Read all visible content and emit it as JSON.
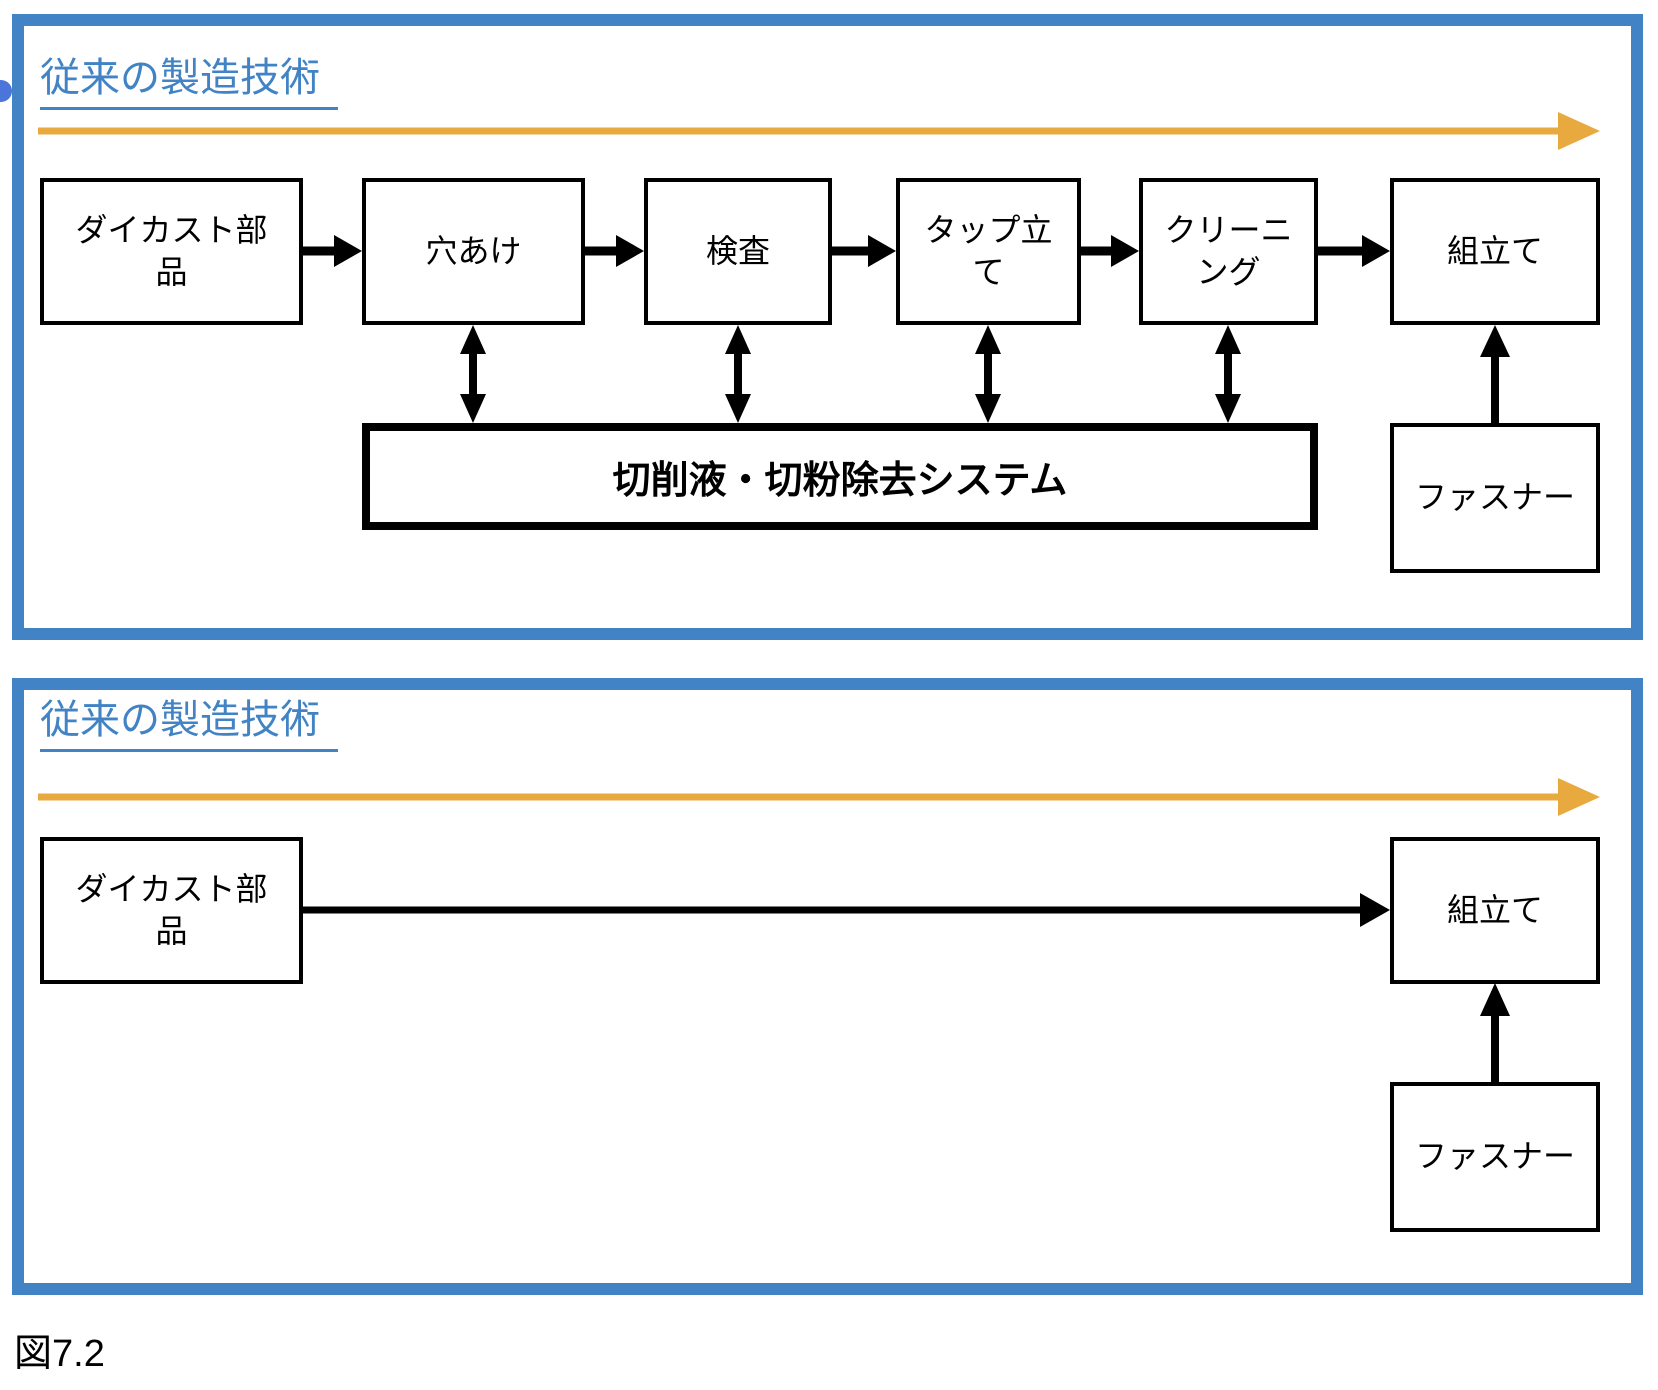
{
  "colors": {
    "frame_blue": "#4183C4",
    "title_blue": "#4183C4",
    "arrow_orange": "#E8A93F",
    "arrow_black": "#000000",
    "bullet_blue": "#4B75DB"
  },
  "panel_top": {
    "title": "従来の製造技術",
    "process_boxes": [
      "ダイカスト部品",
      "穴あけ",
      "検査",
      "タップ立て",
      "クリーニング",
      "組立て"
    ],
    "system_box": "切削液・切粉除去システム",
    "fastener_box": "ファスナー"
  },
  "panel_bottom": {
    "title": "従来の製造技術",
    "start_box": "ダイカスト部品",
    "assembly_box": "組立て",
    "fastener_box": "ファスナー"
  },
  "caption": "図7.2"
}
